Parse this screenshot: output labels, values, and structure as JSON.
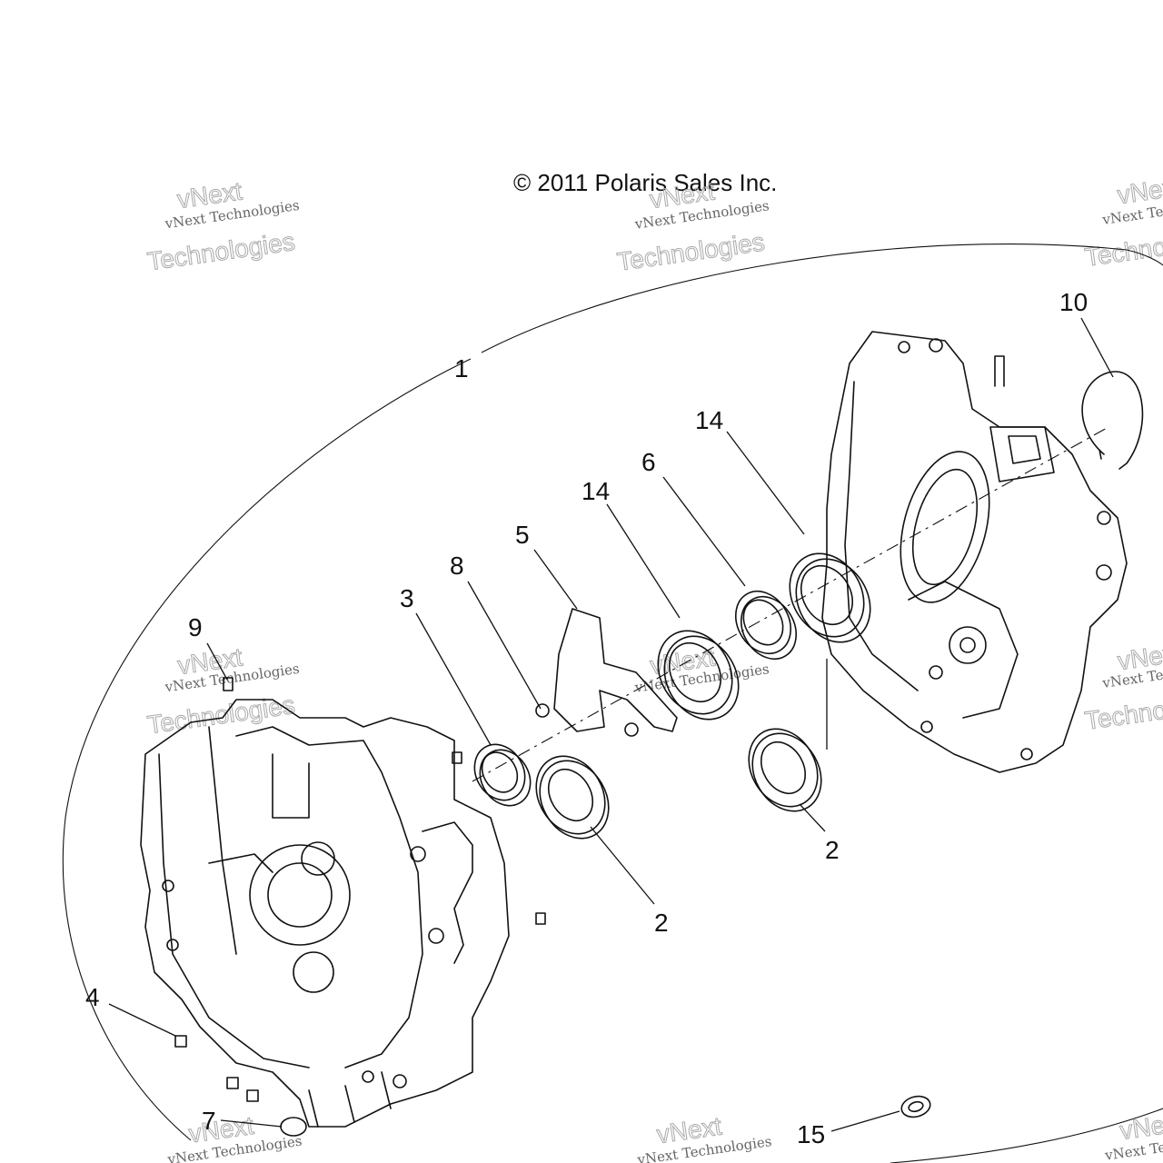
{
  "copyright": "© 2011 Polaris Sales Inc.",
  "watermark": {
    "line1": "vNext Technologies",
    "line2": "Technologies",
    "line3": "vNext"
  },
  "callouts": [
    "1",
    "2",
    "2",
    "3",
    "4",
    "5",
    "6",
    "7",
    "8",
    "9",
    "10",
    "14",
    "14",
    "15"
  ]
}
